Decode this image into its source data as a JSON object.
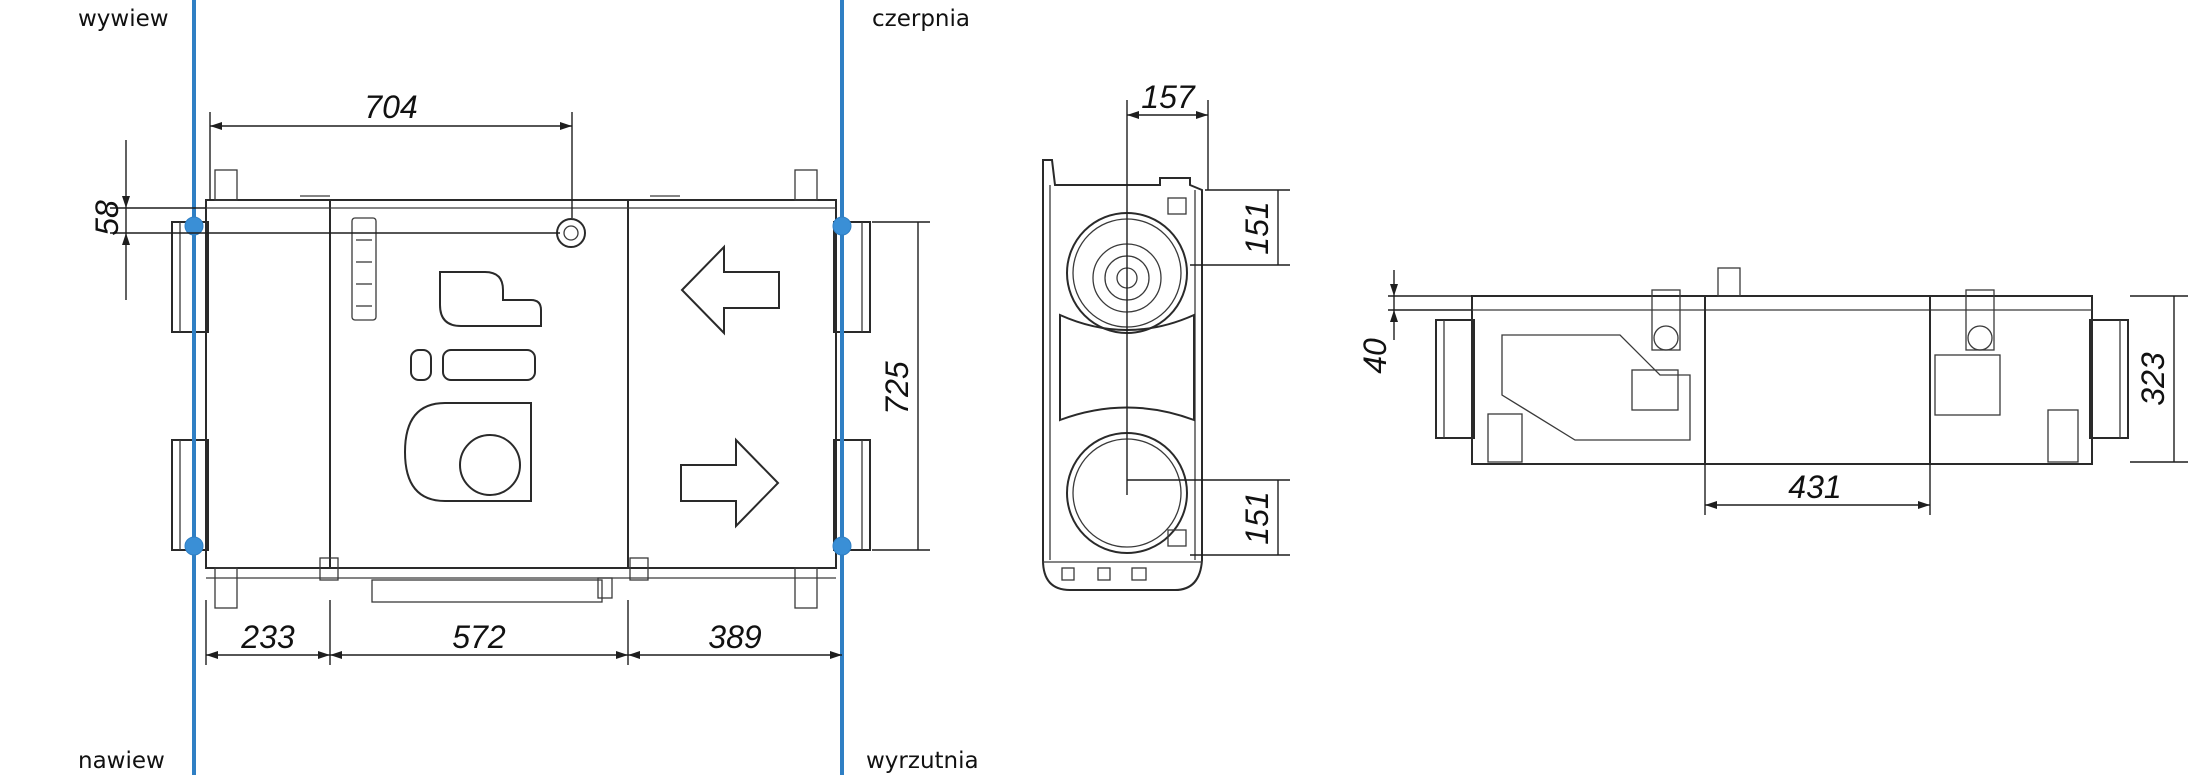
{
  "labels": {
    "wywiew": "wywiew",
    "czerpnia": "czerpnia",
    "nawiew": "nawiew",
    "wyrzutnia": "wyrzutnia"
  },
  "dimensions": {
    "front": {
      "d704": "704",
      "d58": "58",
      "d725": "725",
      "d233": "233",
      "d572": "572",
      "d389": "389"
    },
    "side": {
      "d157": "157",
      "d151_top": "151",
      "d151_bottom": "151"
    },
    "rear": {
      "d40": "40",
      "d323": "323",
      "d431": "431"
    }
  },
  "colors": {
    "connector_lines": "#2f7fc4",
    "line_art": "#2a2a2a"
  }
}
